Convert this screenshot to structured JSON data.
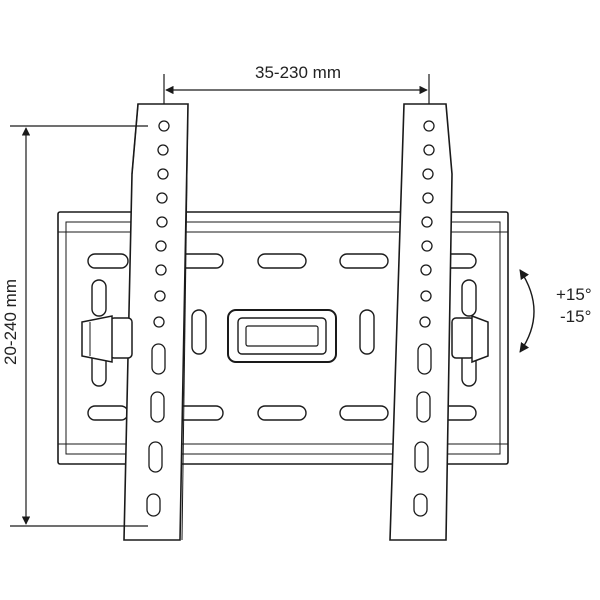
{
  "dimensions": {
    "width_label": "35-230 mm",
    "height_label": "20-240 mm",
    "tilt_up_label": "+15°",
    "tilt_down_label": "-15°"
  },
  "colors": {
    "line": "#1a1a1a",
    "fill": "#ffffff",
    "shade": "#e6e6e6"
  }
}
